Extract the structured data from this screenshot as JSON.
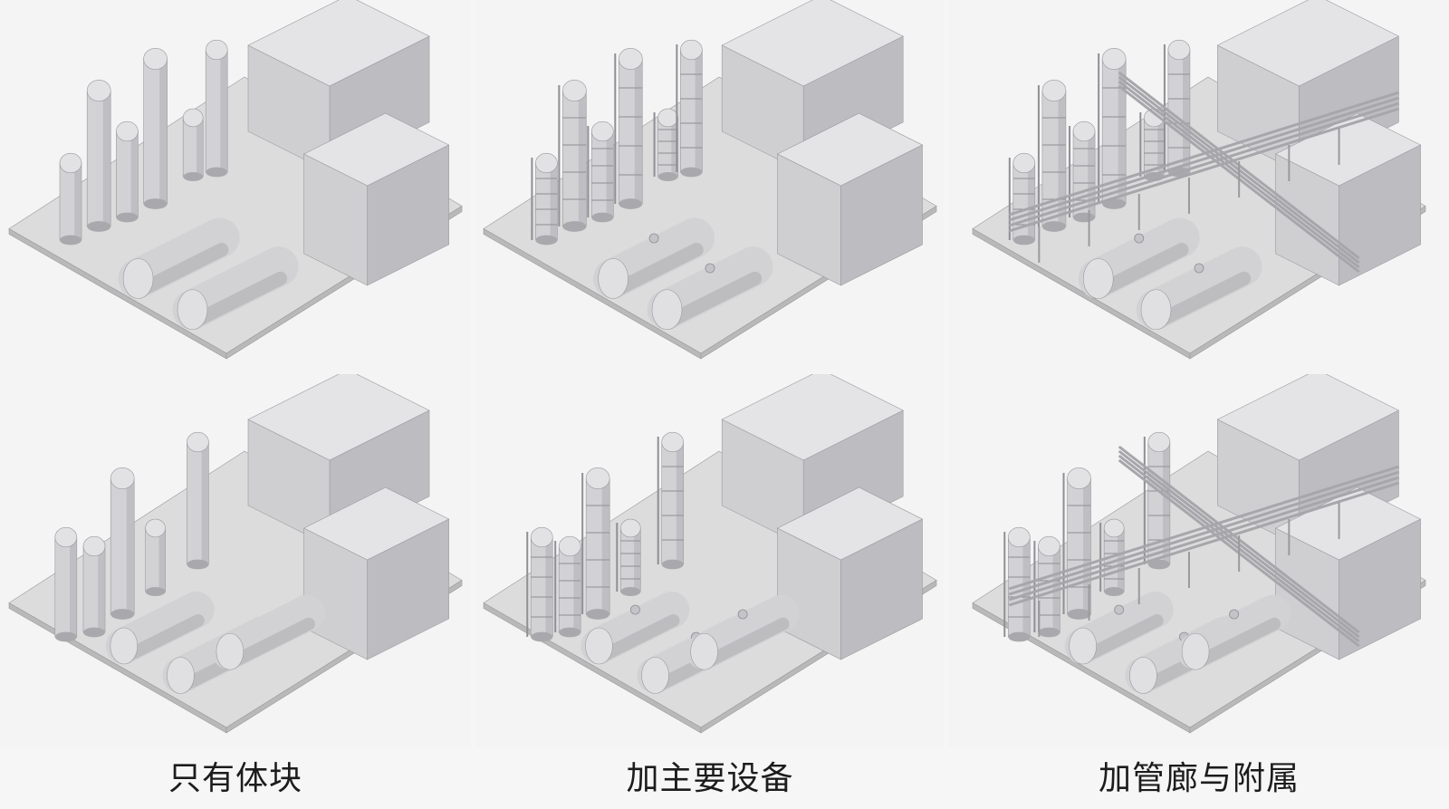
{
  "captions": {
    "stage1": "只有体块",
    "stage2": "加主要设备",
    "stage3": "加管廊与附属"
  },
  "stages": [
    {
      "id": "stage1",
      "row": 0,
      "detail": 0
    },
    {
      "id": "stage2",
      "row": 0,
      "detail": 1
    },
    {
      "id": "stage3",
      "row": 0,
      "detail": 2
    },
    {
      "id": "stage1",
      "row": 1,
      "detail": 0
    },
    {
      "id": "stage2",
      "row": 1,
      "detail": 1
    },
    {
      "id": "stage3",
      "row": 1,
      "detail": 2
    }
  ],
  "colors": {
    "background": "#f6f6f6",
    "slab_top": "#dcdcdc",
    "slab_side": "#b9b9b9",
    "building_top": "#e4e4e6",
    "building_left": "#cfcfd2",
    "building_right": "#bdbdc1",
    "vessel": "#d2d2d5",
    "vessel_shadow": "#a9a9ad",
    "caption": "#1c1c1c"
  },
  "icons": [
    "isometric-plant-model"
  ]
}
